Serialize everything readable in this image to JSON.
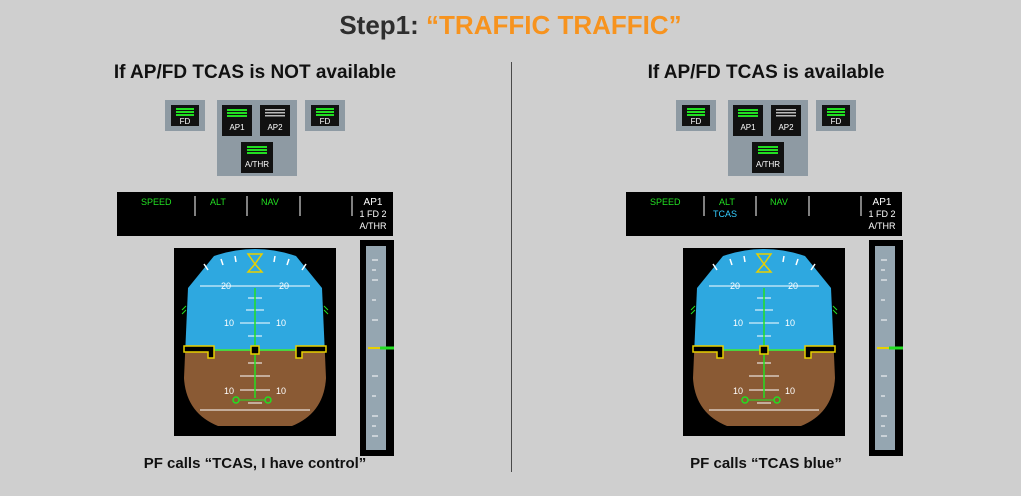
{
  "title": {
    "prefix": "Step1: ",
    "highlight": "“TRAFFIC TRAFFIC”"
  },
  "colors": {
    "title_text": "#2e2e2e",
    "title_highlight": "#f7931e",
    "fma_green": "#22e022",
    "fma_cyan": "#33ccff",
    "sky": "#2ea8e0",
    "ground": "#8a5a34",
    "aircraft_symbol": "#e8d000",
    "background": "#cfcfcf"
  },
  "panels": [
    {
      "id": "left",
      "heading": "If AP/FD TCAS is NOT available",
      "caption": "PF calls “TCAS, I have control”",
      "fcu": {
        "fd_left": "FD",
        "ap1": "AP1",
        "ap2": "AP2",
        "fd_right": "FD",
        "athr": "A/THR"
      },
      "fma": {
        "speed": "SPEED",
        "alt": "ALT",
        "alt_sub": "",
        "nav": "NAV",
        "ap_line1": "AP1",
        "ap_line2": "1 FD 2",
        "ap_line3": "A/THR"
      },
      "pfd": {
        "pitch_upper_left": "20",
        "pitch_upper_right": "20",
        "pitch_mid_left": "10",
        "pitch_mid_right": "10",
        "pitch_lower_left": "10",
        "pitch_lower_right": "10"
      }
    },
    {
      "id": "right",
      "heading": "If AP/FD TCAS is available",
      "caption": "PF calls “TCAS blue”",
      "fcu": {
        "fd_left": "FD",
        "ap1": "AP1",
        "ap2": "AP2",
        "fd_right": "FD",
        "athr": "A/THR"
      },
      "fma": {
        "speed": "SPEED",
        "alt": "ALT",
        "alt_sub": "TCAS",
        "nav": "NAV",
        "ap_line1": "AP1",
        "ap_line2": "1 FD 2",
        "ap_line3": "A/THR"
      },
      "pfd": {
        "pitch_upper_left": "20",
        "pitch_upper_right": "20",
        "pitch_mid_left": "10",
        "pitch_mid_right": "10",
        "pitch_lower_left": "10",
        "pitch_lower_right": "10"
      }
    }
  ]
}
